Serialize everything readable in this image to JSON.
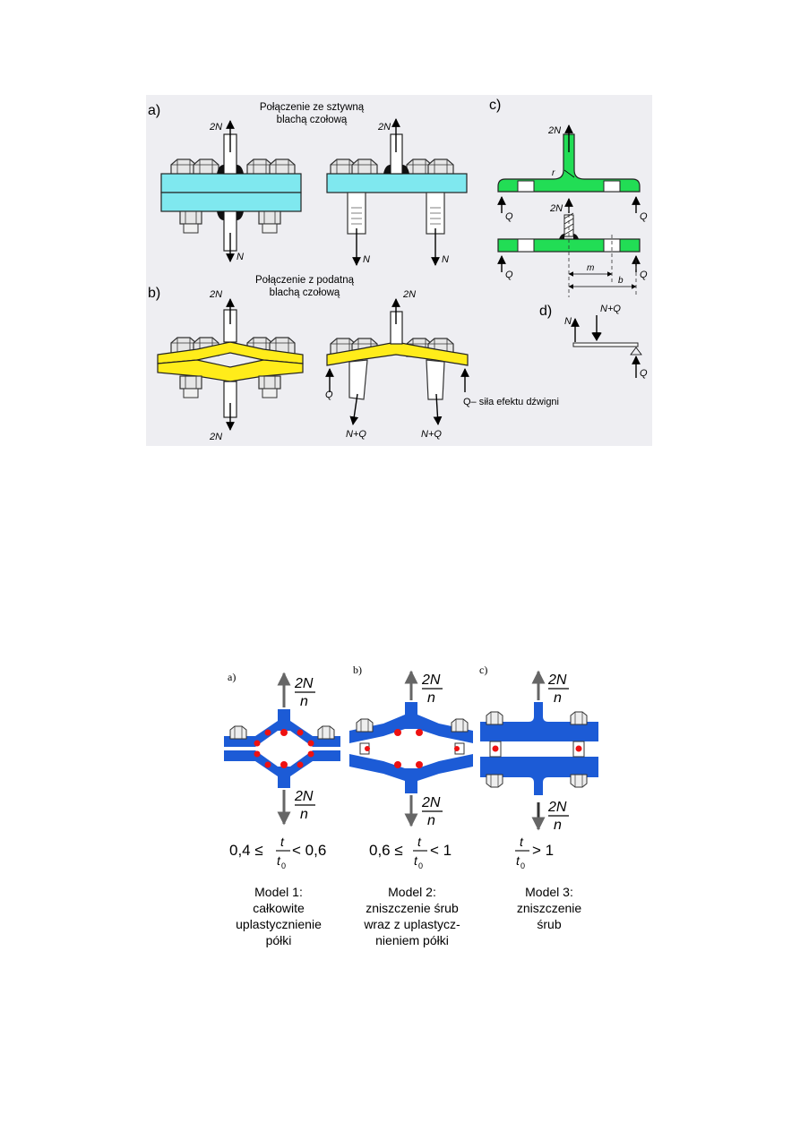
{
  "fig1": {
    "label_a": "a)",
    "label_b": "b)",
    "label_c": "c)",
    "label_d": "d)",
    "title_a_line1": "Połączenie ze sztywną",
    "title_a_line2": "blachą czołową",
    "title_b_line1": "Połączenie z podatną",
    "title_b_line2": "blachą czołową",
    "load_2N": "2N",
    "load_N": "N",
    "load_Q": "Q",
    "load_NQ": "N+Q",
    "lever_note": "Q– siła efektu dźwigni",
    "dim_m": "m",
    "dim_b": "b",
    "radius_r": "r",
    "colors": {
      "rigid_plate": "#7fe8ef",
      "flexible_plate": "#ffec1a",
      "tstub": "#22dd55",
      "panel_bg": "#eeeef2"
    }
  },
  "fig2": {
    "label_a": "a)",
    "label_b": "b)",
    "label_c": "c)",
    "frac_num": "2N",
    "frac_den": "n",
    "cond_a_left": "0,4 ≤",
    "cond_a_right": "< 0,6",
    "cond_b_left": "0,6 ≤",
    "cond_b_right": "< 1",
    "cond_c_right": "> 1",
    "ratio_num": "t",
    "ratio_den": "t",
    "ratio_sub": "0",
    "model1": [
      "Model 1:",
      "całkowite",
      "uplastycznienie",
      "półki"
    ],
    "model2": [
      "Model 2:",
      "zniszczenie śrub",
      "wraz z uplastycz-",
      "nieniem półki"
    ],
    "model3": [
      "Model 3:",
      "zniszczenie",
      "śrub"
    ],
    "colors": {
      "flange": "#1c5bd6",
      "hinge": "#ee1111",
      "arrow": "#666666"
    }
  }
}
